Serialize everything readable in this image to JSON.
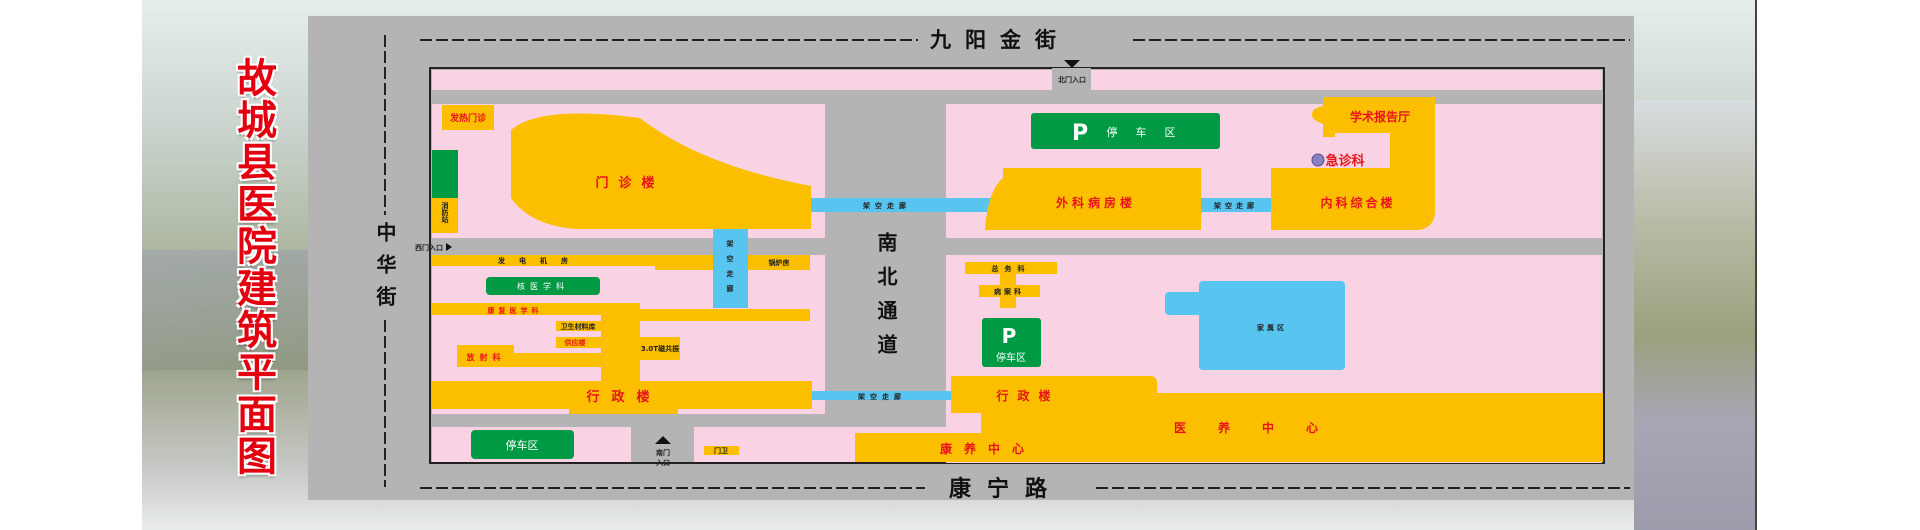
{
  "title": "故城县医院建筑平面图",
  "roads": {
    "north": "九阳金街",
    "south": "康宁路",
    "west": "中华街",
    "center": "南北通道"
  },
  "gates": {
    "north": "北门入口",
    "west": "西门入口",
    "south_line1": "南门",
    "south_line2": "入口"
  },
  "buildings": {
    "fever_clinic": "发热门诊",
    "fire_station": "消防站",
    "outpatient": "门诊楼",
    "generator": "发电机房",
    "boiler": "锅炉房",
    "nuclear_medicine": "核医学科",
    "rehab": "康复医学科",
    "sanitary_storage": "卫生材料库",
    "supply": "供应楼",
    "radiology": "放射科",
    "mri": "3.0T磁共振",
    "admin_left": "行政楼",
    "parking_left": "停车区",
    "guard": "门卫",
    "parking_north": "停车区",
    "surgery": "外科病房楼",
    "internal": "内科综合楼",
    "lecture_hall": "学术报告厅",
    "emergency": "急诊科",
    "general_affairs": "总务科",
    "medical_records": "病案科",
    "parking_center": "停车区",
    "parking_symbol": "P",
    "family_area": "家属区",
    "admin_right": "行政楼",
    "care_center": "医养中心",
    "wellness_center": "康养中心"
  },
  "corridors": {
    "label": "架空走廊"
  },
  "colors": {
    "road": "#b4b4b4",
    "lot": "#f9d3e3",
    "building": "#fbbf00",
    "parking": "#009a44",
    "water": "#58c4f0",
    "label": "#e8141c"
  }
}
